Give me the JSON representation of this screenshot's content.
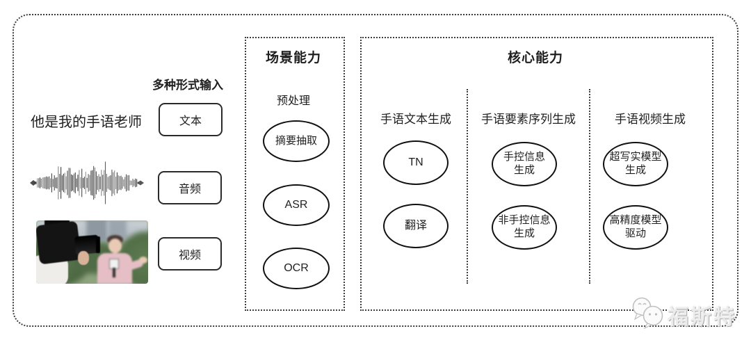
{
  "input": {
    "title": "多种形式输入",
    "sample_text": "他是我的手语老师",
    "items": [
      "文本",
      "音频",
      "视频"
    ]
  },
  "scene": {
    "title": "场景能力",
    "subtitle": "预处理",
    "nodes": [
      "摘要抽取",
      "ASR",
      "OCR"
    ]
  },
  "core": {
    "title": "核心能力",
    "columns": [
      {
        "header": "手语文本生成",
        "nodes": [
          "TN",
          "翻译"
        ]
      },
      {
        "header": "手语要素序列生成",
        "nodes": [
          "手控信息\n生成",
          "非手控信息\n生成"
        ]
      },
      {
        "header": "手语视频生成",
        "nodes": [
          "超写实模型\n生成",
          "高精度模型\n驱动"
        ]
      }
    ]
  },
  "watermark": {
    "text": "福斯特",
    "icon": "chat-bubbles-icon"
  },
  "colors": {
    "line": "#3c3c3c",
    "text": "#1f1f1f",
    "watermark_gray": "#bfbfbf"
  }
}
